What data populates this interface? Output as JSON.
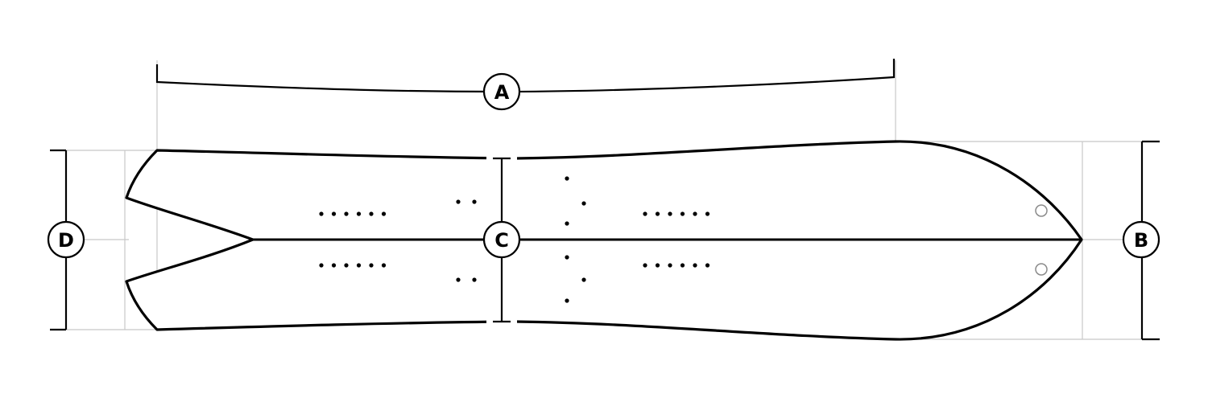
{
  "labels": {
    "overall_length": "A",
    "nose_width": "B",
    "waist_width": "C",
    "tail_width": "D"
  },
  "colors": {
    "outline": "#000000",
    "guide": "#c8c8c8",
    "background": "#ffffff"
  }
}
